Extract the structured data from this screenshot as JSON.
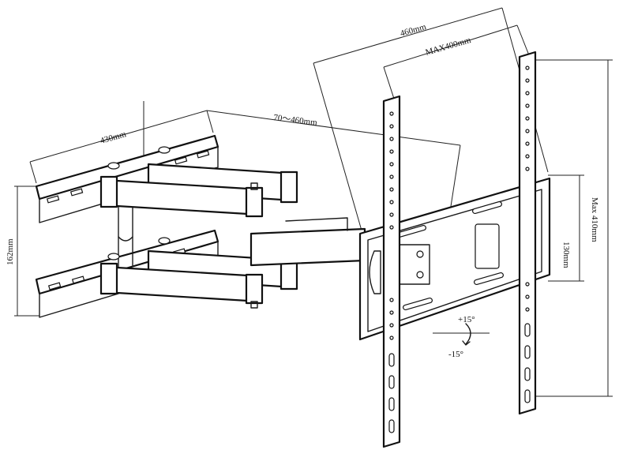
{
  "dimensions": {
    "d460": "460mm",
    "dmax400": "MAX400mm",
    "d70_460": "70～460mm",
    "d430": "430mm",
    "d162": "162mm",
    "d130": "130mm",
    "dmax410": "Max 410mm"
  },
  "tilt": {
    "up": "+15°",
    "down": "-15°"
  }
}
